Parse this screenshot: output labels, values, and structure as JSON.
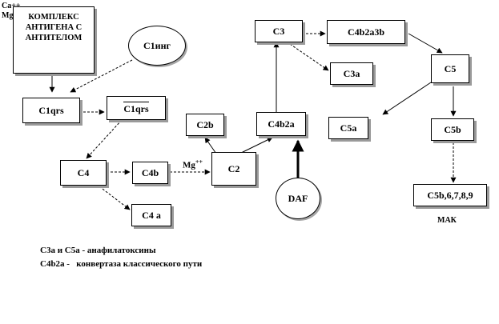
{
  "ions": {
    "ca": "Ca++",
    "mg": "Mg++"
  },
  "nodes": {
    "complex": {
      "line1": "КОМПЛЕКС",
      "line2": "АНТИГЕНА С",
      "line3": "АНТИТЕЛОМ"
    },
    "c1inh": "C1инг",
    "c1qrs": "C1qrs",
    "c1qrs_active": "C1qrs",
    "c4": "C4",
    "c4b": "C4b",
    "c4a": "C4 a",
    "c2": "C2",
    "c2b": "C2b",
    "c4b2a": "C4b2a",
    "daf": "DAF",
    "c3": "C3",
    "c3a": "C3a",
    "c4b2a3b": "C4b2a3b",
    "c5": "C5",
    "c5a": "C5a",
    "c5b": "C5b",
    "mac": "C5b,6,7,8,9"
  },
  "labels": {
    "mg_c2": "Mg",
    "mg_sup": "++",
    "mac_caption": "МАК"
  },
  "legend": {
    "line1": "C3a и C5a - анафилатоксины",
    "line2": "C4b2a -   конвертаза классического пути"
  }
}
